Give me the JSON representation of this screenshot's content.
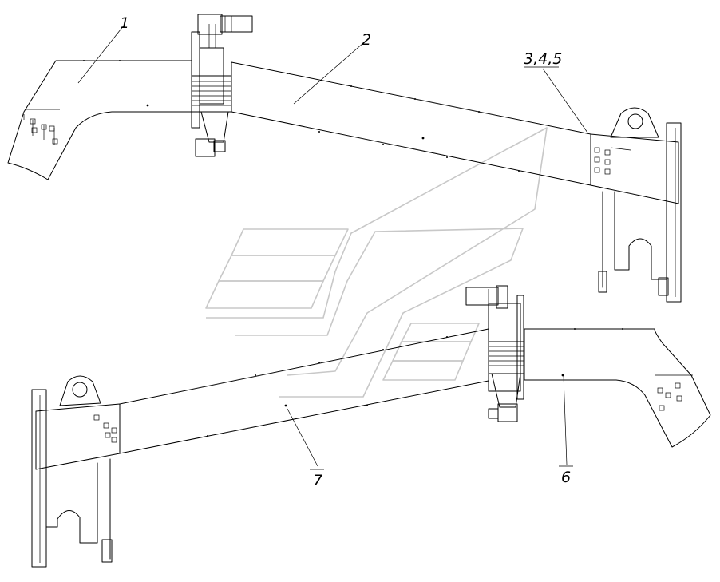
{
  "callouts": {
    "c1": "1",
    "c2": "2",
    "c345": "3,4,5",
    "c6": "6",
    "c7": "7"
  },
  "colors": {
    "line": "#000000",
    "watermark": "#c8c8c8",
    "background": "#ffffff"
  }
}
